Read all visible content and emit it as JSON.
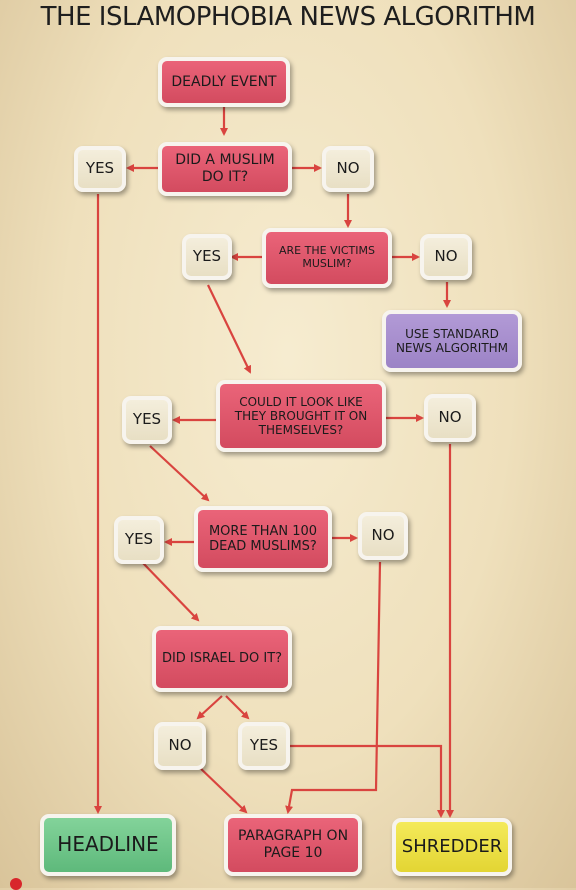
{
  "title": "THE ISLAMOPHOBIA NEWS ALGORITHM",
  "nodes": {
    "deadly_event": "DEADLY EVENT",
    "q_muslim": "DID A MUSLIM DO IT?",
    "q_muslim_yes": "YES",
    "q_muslim_no": "NO",
    "q_victims": "ARE THE VICTIMS MUSLIM?",
    "q_victims_yes": "YES",
    "q_victims_no": "NO",
    "standard_algo": "USE STANDARD NEWS ALGORITHM",
    "q_brought": "COULD IT LOOK LIKE THEY BROUGHT IT ON THEMSELVES?",
    "q_brought_yes": "YES",
    "q_brought_no": "NO",
    "q_100": "MORE THAN 100 DEAD MUSLIMS?",
    "q_100_yes": "YES",
    "q_100_no": "NO",
    "q_israel": "DID ISRAEL DO IT?",
    "q_israel_no": "NO",
    "q_israel_yes": "YES",
    "headline": "HEADLINE",
    "paragraph": "PARAGRAPH ON PAGE 10",
    "shredder": "SHREDDER"
  },
  "colors": {
    "question": "#dd5569",
    "answer": "#efe8d2",
    "standard": "#a890d0",
    "headline": "#6cc487",
    "shredder": "#ebdf45",
    "arrow": "#d9443f"
  }
}
